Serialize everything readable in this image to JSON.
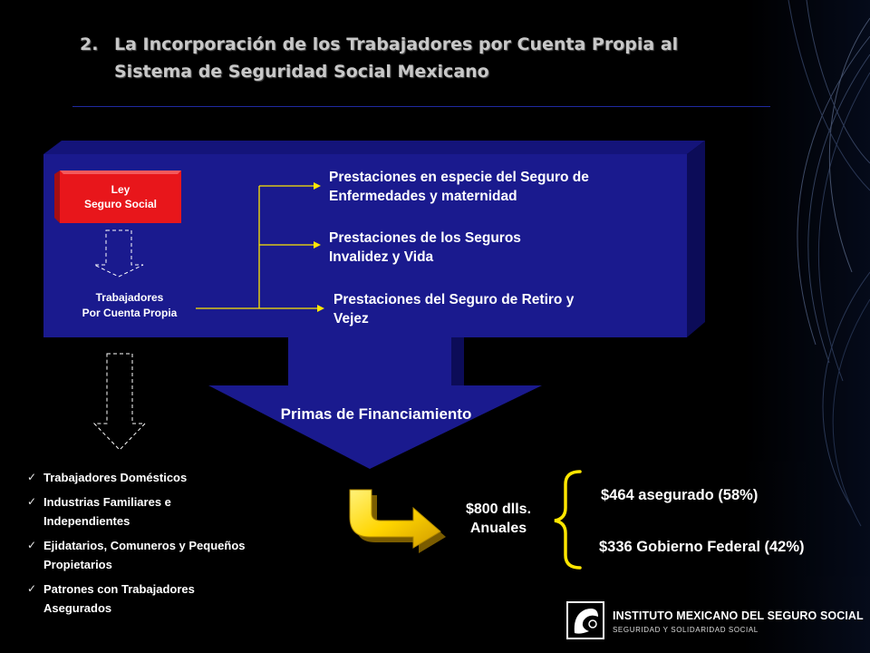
{
  "title": {
    "number": "2.",
    "line1": "La Incorporación de los Trabajadores por Cuenta Propia al",
    "line2": "Sistema de Seguridad Social Mexicano"
  },
  "ley_box": {
    "line1": "Ley",
    "line2": "Seguro Social"
  },
  "trabajadores": {
    "line1": "Trabajadores",
    "line2": "Por Cuenta Propia"
  },
  "prestaciones": [
    {
      "line1": "Prestaciones en especie del Seguro de",
      "line2": "Enfermedades y maternidad"
    },
    {
      "line1": "Prestaciones de los Seguros",
      "line2": "Invalidez y Vida"
    },
    {
      "line1": "Prestaciones del Seguro de Retiro y",
      "line2": "Vejez"
    }
  ],
  "primas_label": "Primas de Financiamiento",
  "checklist": [
    {
      "line1": "Trabajadores Domésticos",
      "line2": ""
    },
    {
      "line1": "Industrias Familiares e",
      "line2": "Independientes"
    },
    {
      "line1": "Ejidatarios, Comuneros y Pequeños",
      "line2": "Propietarios"
    },
    {
      "line1": "Patrones con Trabajadores",
      "line2": "Asegurados"
    }
  ],
  "amount": {
    "line1": "$800 dlls.",
    "line2": "Anuales"
  },
  "shares": [
    "$464 asegurado (58%)",
    "$336 Gobierno Federal (42%)"
  ],
  "logo": {
    "name": "INSTITUTO MEXICANO DEL SEGURO SOCIAL",
    "tagline": "SEGURIDAD Y SOLIDARIDAD SOCIAL"
  },
  "colors": {
    "background": "#000000",
    "panel_blue": "#1a1a8e",
    "panel_dark": "#0d0d5c",
    "ley_red": "#e8161b",
    "connector_yellow": "#ffe600",
    "bent_arrow": "#ffd200"
  }
}
